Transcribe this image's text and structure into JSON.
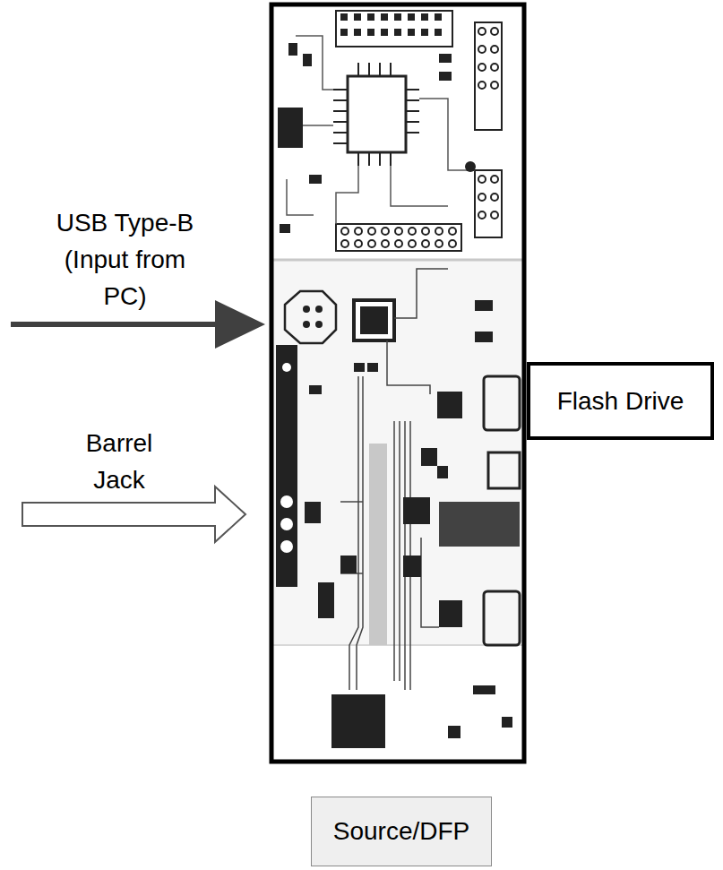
{
  "diagram": {
    "nodes": [
      {
        "text": [
          "Flash Drive"
        ]
      },
      {
        "text": [
          "Source/DFP"
        ]
      }
    ],
    "labels": [
      "USB Type-B (Input from PC)",
      "Barrel Jack"
    ]
  }
}
